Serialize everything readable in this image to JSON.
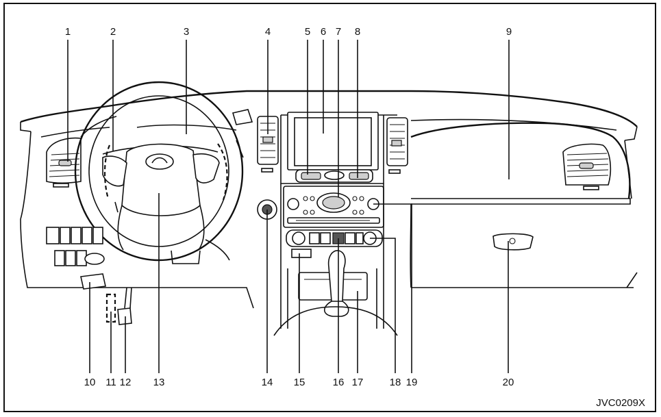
{
  "diagram": {
    "code": "JVC0209X",
    "callouts": [
      "1",
      "2",
      "3",
      "4",
      "5",
      "6",
      "7",
      "8",
      "9",
      "10",
      "11",
      "12",
      "13",
      "14",
      "15",
      "16",
      "17",
      "18",
      "19",
      "20"
    ]
  }
}
